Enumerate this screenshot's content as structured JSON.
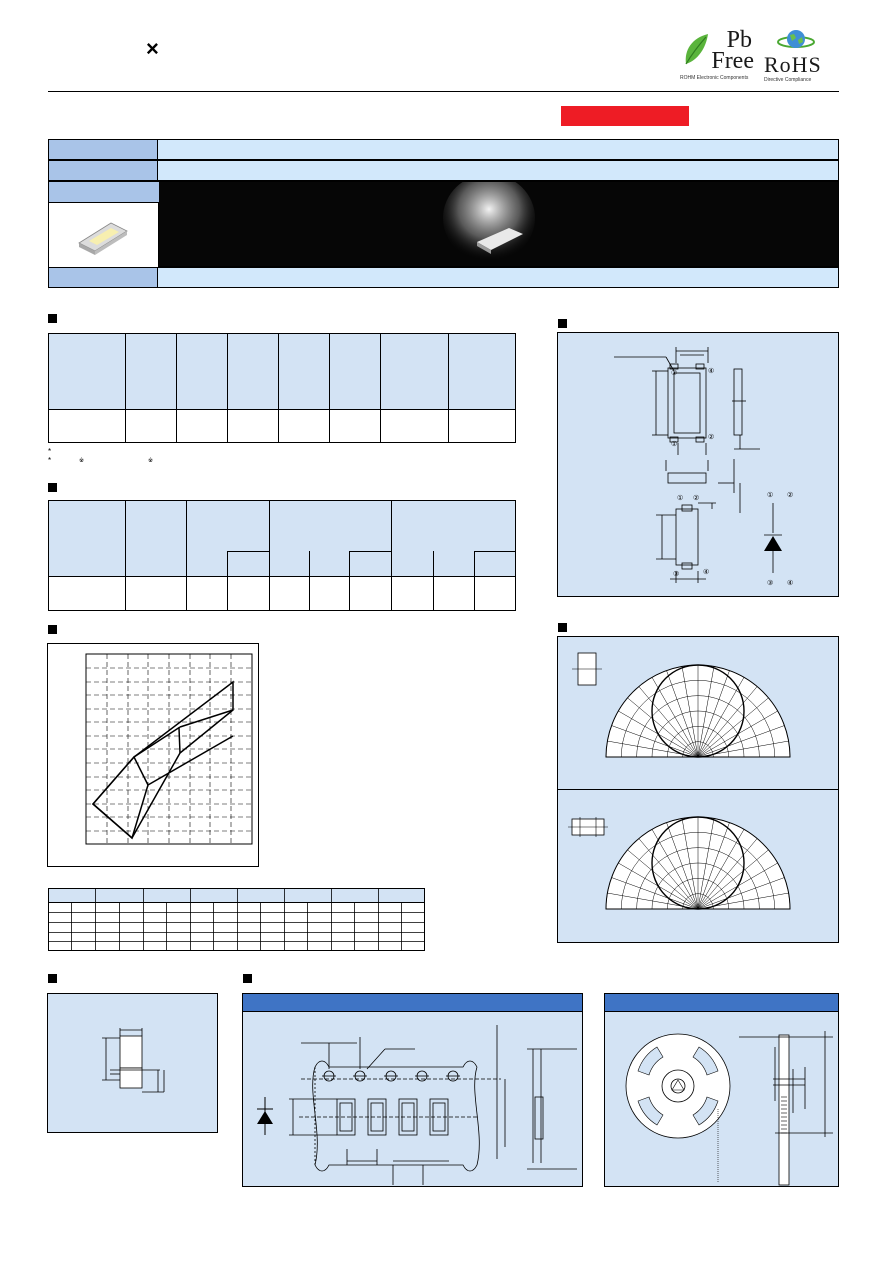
{
  "header": {
    "mark": "×",
    "pbfree": {
      "pb": "Pb",
      "free": "Free",
      "caption": "ROHM Electronic Components"
    },
    "rohs": {
      "label": "RoHS",
      "caption": "Directive Compliance"
    },
    "badge_color": "#ee1c25"
  },
  "colors": {
    "band_label": "#a9c4e8",
    "band_value": "#d2e8fb",
    "table_fill": "#d3e3f4",
    "panel_head": "#3f74c5"
  },
  "sections": {
    "marker_icon": "square-bullet-icon"
  },
  "rating_notes": [
    "*",
    "*"
  ],
  "rating_note_marks": [
    "※",
    "※"
  ],
  "polarity": {
    "pad_numbers": [
      "①",
      "②",
      "③",
      "④"
    ]
  }
}
